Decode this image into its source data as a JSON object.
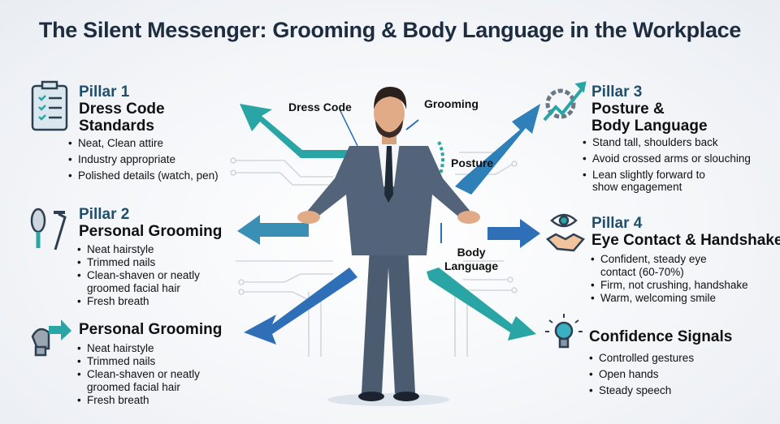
{
  "title": "The Silent Messenger: Grooming & Body Language in the Workplace",
  "colors": {
    "teal": "#2aa5a5",
    "blue": "#2f6fb8",
    "navy": "#1e4f6e",
    "suit": "#4a5a6e"
  },
  "left": [
    {
      "pillar": "Pillar 1",
      "heading_lines": [
        "Dress Code",
        "Standards"
      ],
      "icon": "clipboard-checklist-icon",
      "bullets": [
        "Neat, Clean attire",
        "Industry appropriate",
        "Polished details (watch, pen)"
      ]
    },
    {
      "pillar": "Pillar 2",
      "heading_lines": [
        "Personal Grooming"
      ],
      "icon": "brush-razor-icon",
      "bullets": [
        "Neat hairstyle",
        "Trimmed nails",
        "Clean-shaven or neatly groomed facial hair",
        "Fresh breath"
      ]
    },
    {
      "heading_lines": [
        "Personal Grooming"
      ],
      "icon": "hair-arrow-icon",
      "bullets": [
        "Neat hairstyle",
        "Trimmed nails",
        "Clean-shaven or neatly groomed facial hair",
        "Fresh breath"
      ]
    }
  ],
  "right": [
    {
      "pillar": "Pillar 3",
      "heading_lines": [
        "Posture &",
        "Body Language"
      ],
      "icon": "gear-growth-icon",
      "bullets": [
        "Stand tall, shoulders back",
        "Avoid crossed arms or slouching",
        "Lean slightly forward to show engagement"
      ]
    },
    {
      "pillar": "Pillar 4",
      "heading_lines": [
        "Eye Contact & Handshake"
      ],
      "icon": "eye-handshake-icon",
      "bullets": [
        "Confident, steady eye contact  (60-70%)",
        "Firm, not crushing, handshake",
        "Warm, welcoming smile"
      ]
    },
    {
      "heading_lines": [
        "Confidence Signals"
      ],
      "icon": "lightbulb-icon",
      "bullets": [
        "Controlled gestures",
        "Open hands",
        "Steady speech"
      ]
    }
  ],
  "center_labels": {
    "dress_code": "Dress Code",
    "grooming": "Grooming",
    "posture": "Posture",
    "body_language": [
      "Body",
      "Language"
    ]
  }
}
